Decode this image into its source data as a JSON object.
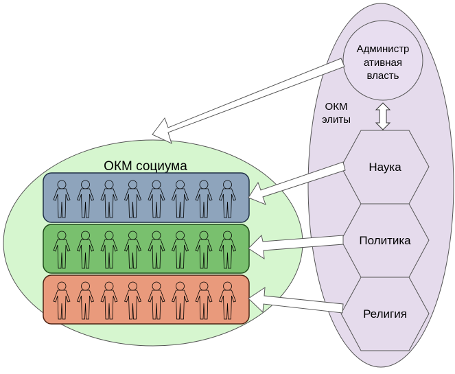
{
  "diagram": {
    "society_label": "ОКМ социума",
    "elite_label_line1": "ОКМ",
    "elite_label_line2": "элиты",
    "admin_line1": "Администр",
    "admin_line2": "ативная",
    "admin_line3": "власть",
    "hexagons": [
      "Наука",
      "Политика",
      "Религия"
    ],
    "layers": [
      {
        "fill": "#8ea4bc",
        "stroke": "#1e2f45"
      },
      {
        "fill": "#79c06e",
        "stroke": "#1f4a1a"
      },
      {
        "fill": "#e99a7c",
        "stroke": "#4a2112"
      }
    ],
    "colors": {
      "society_ellipse": "#d6f6cf",
      "elite_ellipse": "#e5dbec",
      "admin_circle": "#e8def0",
      "hexagon": "#e5dbec"
    }
  }
}
